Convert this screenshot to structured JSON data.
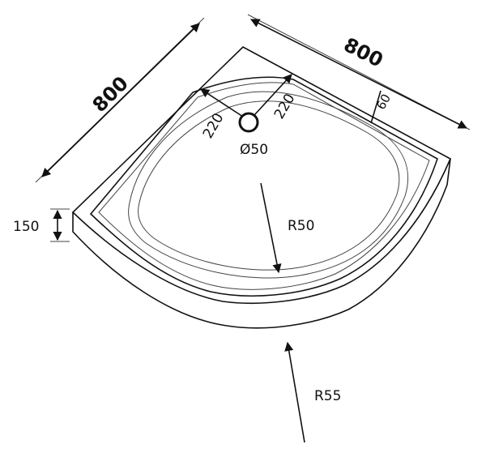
{
  "diagram": {
    "dimensions": {
      "width_left": "800",
      "width_right": "800",
      "height": "150",
      "drain_offset_left": "220",
      "drain_offset_right": "220",
      "rim_width": "60",
      "drain_diameter": "Ø50",
      "inner_radius": "R50",
      "outer_radius": "R55"
    },
    "colors": {
      "line": "#111111",
      "background": "#ffffff"
    }
  }
}
